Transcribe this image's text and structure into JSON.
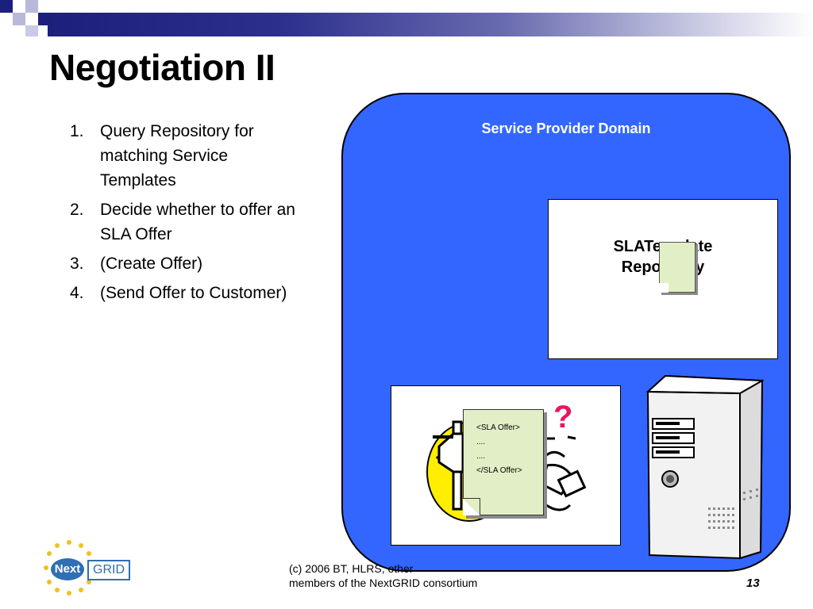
{
  "slide": {
    "title": "Negotiation II",
    "bullets": [
      {
        "num": "1.",
        "text": "Query Repository for matching Service Templates"
      },
      {
        "num": "2.",
        "text": "Decide whether to offer an SLA Offer"
      },
      {
        "num": "3.",
        "text": "(Create Offer)"
      },
      {
        "num": "4.",
        "text": "(Send Offer to Customer)"
      }
    ],
    "page_number": "13"
  },
  "diagram": {
    "domain_label": "Service Provider Domain",
    "repository_label_line1": "SLATemplate",
    "repository_label_line2": "Repository",
    "offer_doc_lines": [
      "<SLA Offer>",
      "....",
      "....",
      "</SLA Offer>"
    ],
    "colors": {
      "domain": "#3366ff",
      "document": "#e2efc6",
      "question_mark": "#e8175d",
      "clipart_yellow": "#ffee00"
    }
  },
  "footer": {
    "copyright_line1": "(c) 2006 BT, HLRS, other",
    "copyright_line2": "members of the NextGRID consortium"
  },
  "logo": {
    "word_next": "Next",
    "word_grid": "GRID",
    "icon": "stars-icon"
  }
}
